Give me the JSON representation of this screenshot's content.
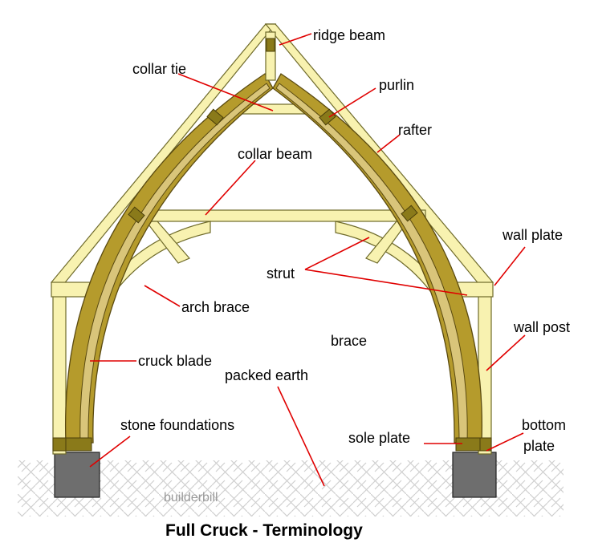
{
  "title": "Full Cruck - Terminology",
  "watermark": "builderbill",
  "labels": {
    "ridge_beam": "ridge beam",
    "collar_tie": "collar tie",
    "purlin": "purlin",
    "rafter": "rafter",
    "collar_beam": "collar beam",
    "wall_plate": "wall plate",
    "strut": "strut",
    "arch_brace": "arch brace",
    "wall_post": "wall post",
    "brace": "brace",
    "cruck_blade": "cruck blade",
    "packed_earth": "packed earth",
    "stone_foundations": "stone foundations",
    "sole_plate": "sole plate",
    "bottom": "bottom",
    "plate": "plate"
  },
  "colors": {
    "timber": "#f8f2b0",
    "cruck_blade": "#b59b2c",
    "leader_lines": "#e00000",
    "foundation": "#6e6e6e",
    "ground_hatch": "#c8c8c8"
  }
}
